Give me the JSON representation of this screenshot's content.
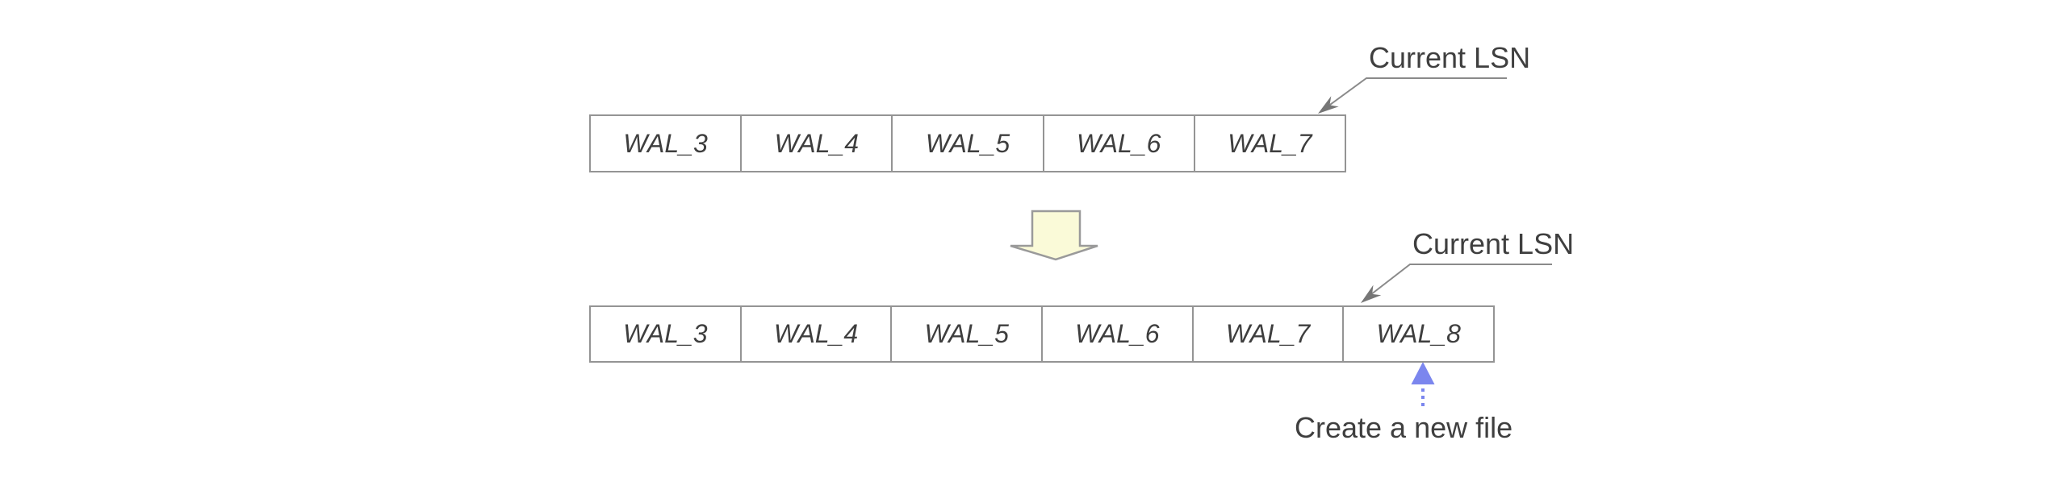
{
  "figure": {
    "rows": {
      "before": {
        "cells": [
          "WAL_3",
          "WAL_4",
          "WAL_5",
          "WAL_6",
          "WAL_7"
        ]
      },
      "after": {
        "cells": [
          "WAL_3",
          "WAL_4",
          "WAL_5",
          "WAL_6",
          "WAL_7",
          "WAL_8"
        ]
      }
    },
    "annotations": {
      "current_lsn_before": "Current LSN",
      "current_lsn_after": "Current LSN",
      "create_new_file": "Create a new file"
    },
    "icons": {
      "transition": "down-block-arrow-icon",
      "leader_before": "diagonal-leader-arrow-icon",
      "leader_after": "diagonal-leader-arrow-icon",
      "new_file": "dotted-up-arrow-icon"
    },
    "colors": {
      "background": "#ffffff",
      "box_border": "#949494",
      "wal_label_text": "#3e3e3e",
      "annotation_text": "#3f3f3f",
      "leader_line": "#8a8a8a",
      "leader_arrowhead": "#767676",
      "block_arrow_fill": "#fafad8",
      "block_arrow_stroke": "#9a9a9a",
      "new_file_arrow": "#7b86ee"
    }
  }
}
